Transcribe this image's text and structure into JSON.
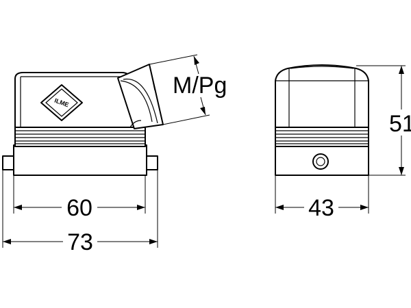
{
  "dimensions": {
    "inner_width": "60",
    "overall_width": "73",
    "depth": "43",
    "height": "51",
    "entry_label": "M/Pg"
  },
  "logo": {
    "text": "ILME"
  },
  "colors": {
    "line": "#000000",
    "background": "#ffffff"
  }
}
